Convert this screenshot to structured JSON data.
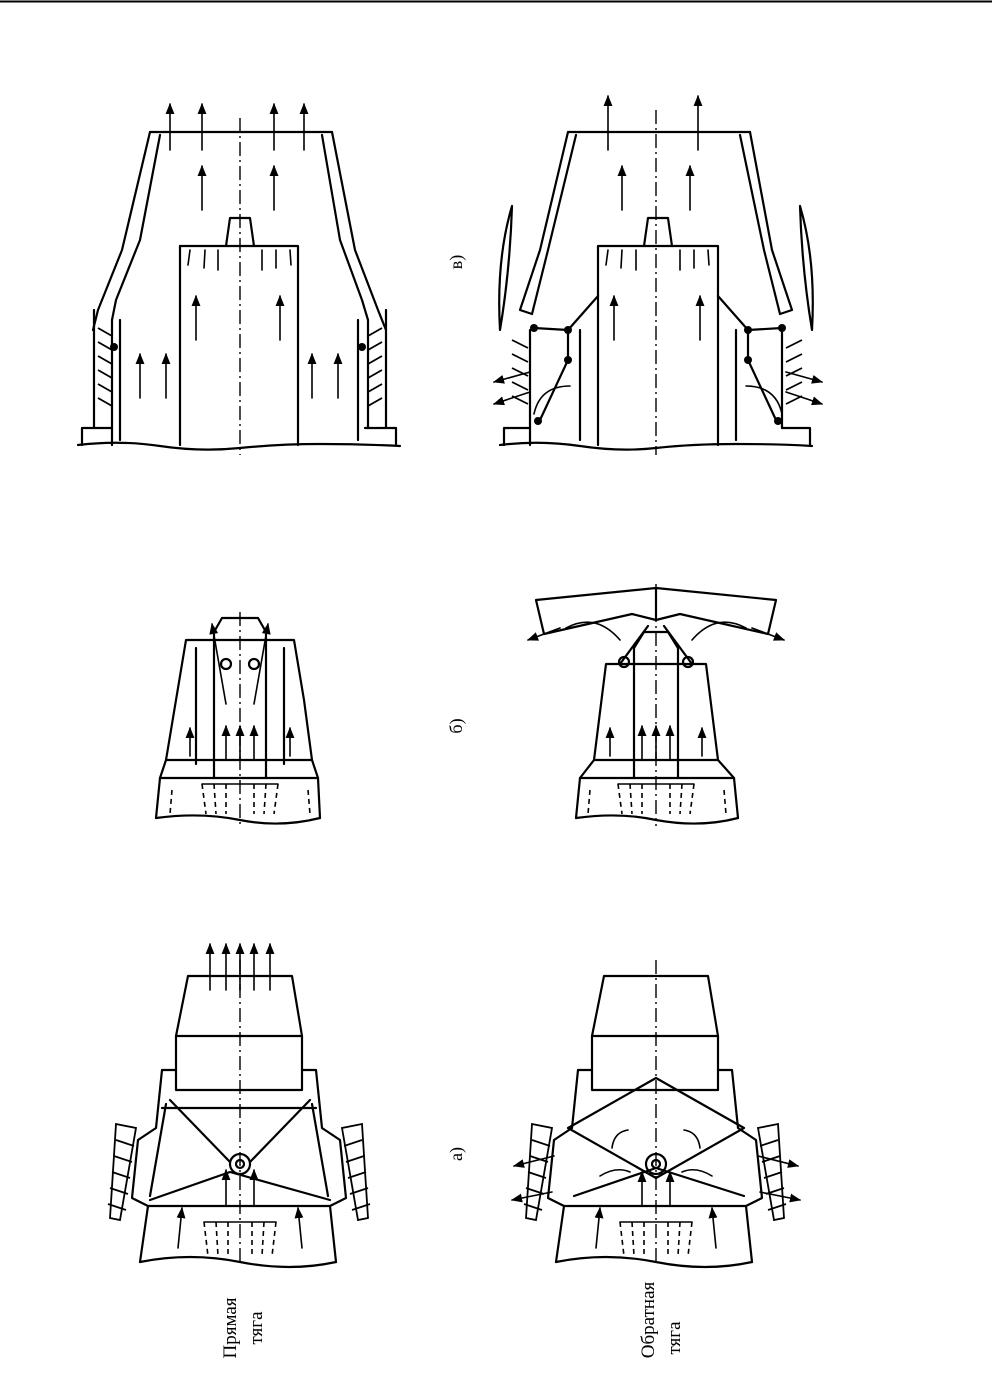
{
  "labels": {
    "a": "а)",
    "b": "б)",
    "v": "в)",
    "forward": [
      "Прямая",
      "тяга"
    ],
    "reverse": [
      "Обратная",
      "тяга"
    ]
  }
}
